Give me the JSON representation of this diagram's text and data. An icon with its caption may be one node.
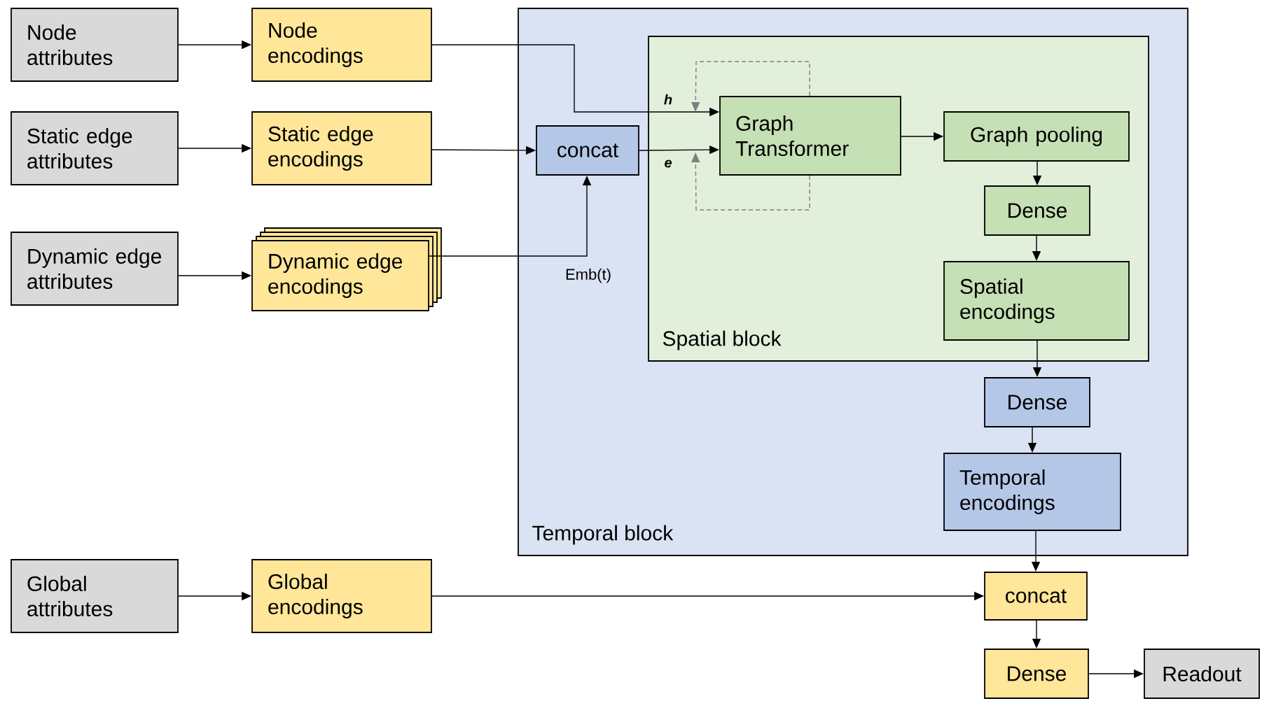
{
  "diagram": {
    "nodes": [
      {
        "text": [
          "Node attributes"
        ]
      },
      {
        "text": [
          "Static edge attributes"
        ]
      },
      {
        "text": [
          "Dynamic edge attributes"
        ]
      },
      {
        "text": [
          "Global attributes"
        ]
      },
      {
        "text": [
          "Node encodings"
        ]
      },
      {
        "text": [
          "Static edge encodings"
        ]
      },
      {
        "text": [
          "Dynamic edge encodings"
        ]
      },
      {
        "text": [
          "Global encodings"
        ]
      },
      {
        "text": [
          "Temporal block"
        ]
      },
      {
        "text": [
          "Spatial block"
        ],
        "in": 8
      },
      {
        "text": [
          "concat"
        ],
        "in": 8
      },
      {
        "text": [
          "Graph Transformer"
        ],
        "in": 9
      },
      {
        "text": [
          "Graph pooling"
        ],
        "in": 9
      },
      {
        "text": [
          "Dense"
        ],
        "in": 9
      },
      {
        "text": [
          "Spatial encodings"
        ],
        "in": 9
      },
      {
        "text": [
          "Dense"
        ],
        "in": 8
      },
      {
        "text": [
          "Temporal encodings"
        ],
        "in": 8
      },
      {
        "text": [
          "concat"
        ]
      },
      {
        "text": [
          "Dense"
        ]
      },
      {
        "text": [
          "Readout"
        ]
      }
    ],
    "edges": [
      {
        "from": 0,
        "to": 4,
        "arrow": "to"
      },
      {
        "from": 1,
        "to": 5,
        "arrow": "to"
      },
      {
        "from": 2,
        "to": 6,
        "arrow": "to"
      },
      {
        "from": 3,
        "to": 7,
        "arrow": "to"
      },
      {
        "from": 4,
        "to": 11,
        "arrow": "to",
        "label": "h"
      },
      {
        "from": 5,
        "to": 10,
        "arrow": "to"
      },
      {
        "from": 6,
        "to": 10,
        "arrow": "to",
        "label": "Emb(t)"
      },
      {
        "from": 10,
        "to": 11,
        "arrow": "to",
        "label": "e"
      },
      {
        "from": 11,
        "to": 11,
        "arrow": "to",
        "style": "dashed",
        "color": "#7f7f7f"
      },
      {
        "from": 11,
        "to": 11,
        "arrow": "to",
        "style": "dashed",
        "color": "#7f7f7f"
      },
      {
        "from": 11,
        "to": 12,
        "arrow": "to"
      },
      {
        "from": 12,
        "to": 13,
        "arrow": "to"
      },
      {
        "from": 13,
        "to": 14,
        "arrow": "to"
      },
      {
        "from": 14,
        "to": 15,
        "arrow": "to"
      },
      {
        "from": 15,
        "to": 16,
        "arrow": "to"
      },
      {
        "from": 16,
        "to": 17,
        "arrow": "to"
      },
      {
        "from": 7,
        "to": 17,
        "arrow": "to"
      },
      {
        "from": 17,
        "to": 18,
        "arrow": "to"
      },
      {
        "from": 18,
        "to": 19,
        "arrow": "to"
      }
    ]
  }
}
